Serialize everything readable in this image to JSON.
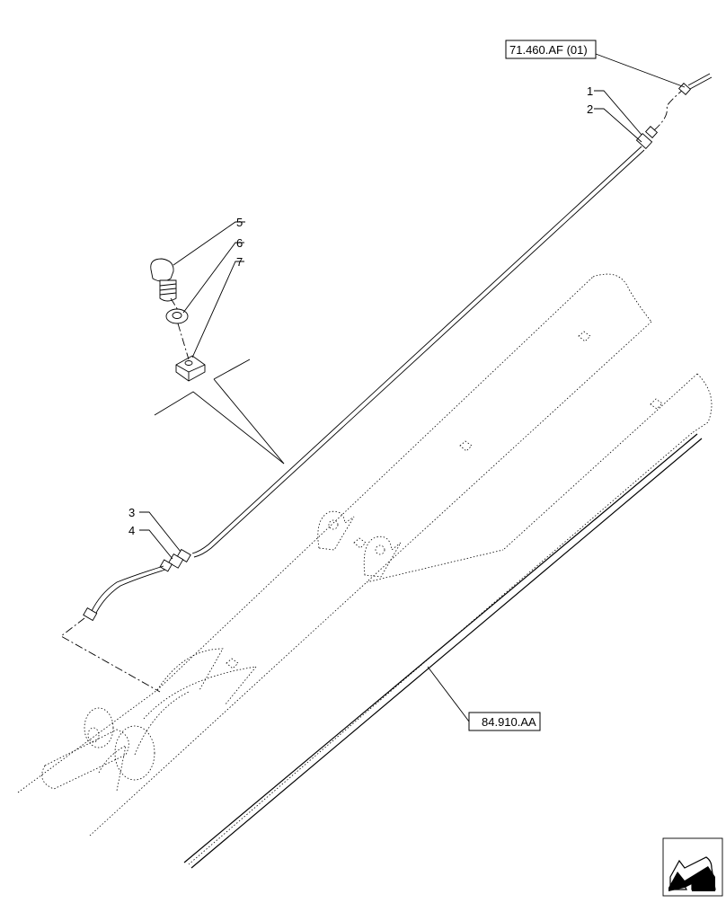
{
  "callouts": {
    "c1": "1",
    "c2": "2",
    "c3": "3",
    "c4": "4",
    "c5": "5",
    "c6": "6",
    "c7": "7"
  },
  "references": {
    "top_ref": "71.460.AF (01)",
    "bottom_ref": "84.910.AA"
  },
  "icons": {
    "nav": "next-page-arrow-icon"
  }
}
